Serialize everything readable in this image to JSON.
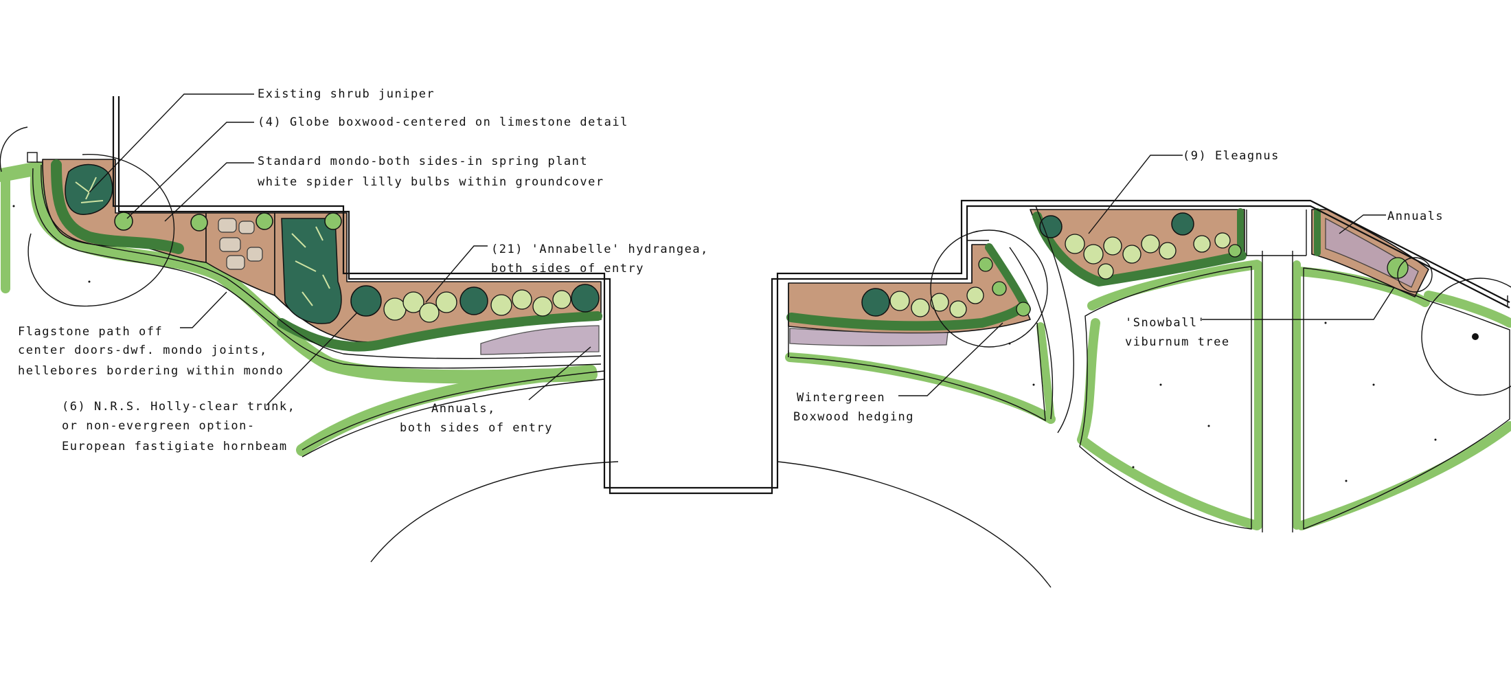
{
  "colors": {
    "lawn_edge": "#8cc56a",
    "mulch": "#c79a7c",
    "hedge": "#3f7d3a",
    "shrub_light": "#cfe3a3",
    "shrub_dark": "#2f6b55",
    "annuals": "#b9a3b8",
    "ink": "#111111"
  },
  "labels": {
    "juniper": "Existing shrub juniper",
    "boxwood": "(4) Globe boxwood-centered on limestone detail",
    "mondo_1": "Standard mondo-both sides-in spring plant",
    "mondo_2": "white spider lilly bulbs within groundcover",
    "hydrangea_1": "(21) 'Annabelle' hydrangea,",
    "hydrangea_2": "both sides of entry",
    "flagstone_1": "Flagstone path off",
    "flagstone_2": "center doors-dwf. mondo joints,",
    "flagstone_3": "hellebores bordering within mondo",
    "holly_1": "(6) N.R.S. Holly-clear trunk,",
    "holly_2": "or non-evergreen option-",
    "holly_3": "European fastigiate hornbeam",
    "annuals_left_1": "Annuals,",
    "annuals_left_2": "both sides of entry",
    "wintergreen_1": "Wintergreen",
    "wintergreen_2": "Boxwood hedging",
    "eleagnus": "(9) Eleagnus",
    "annuals_right": "Annuals",
    "viburnum_1": "'Snowball'",
    "viburnum_2": "viburnum tree"
  }
}
